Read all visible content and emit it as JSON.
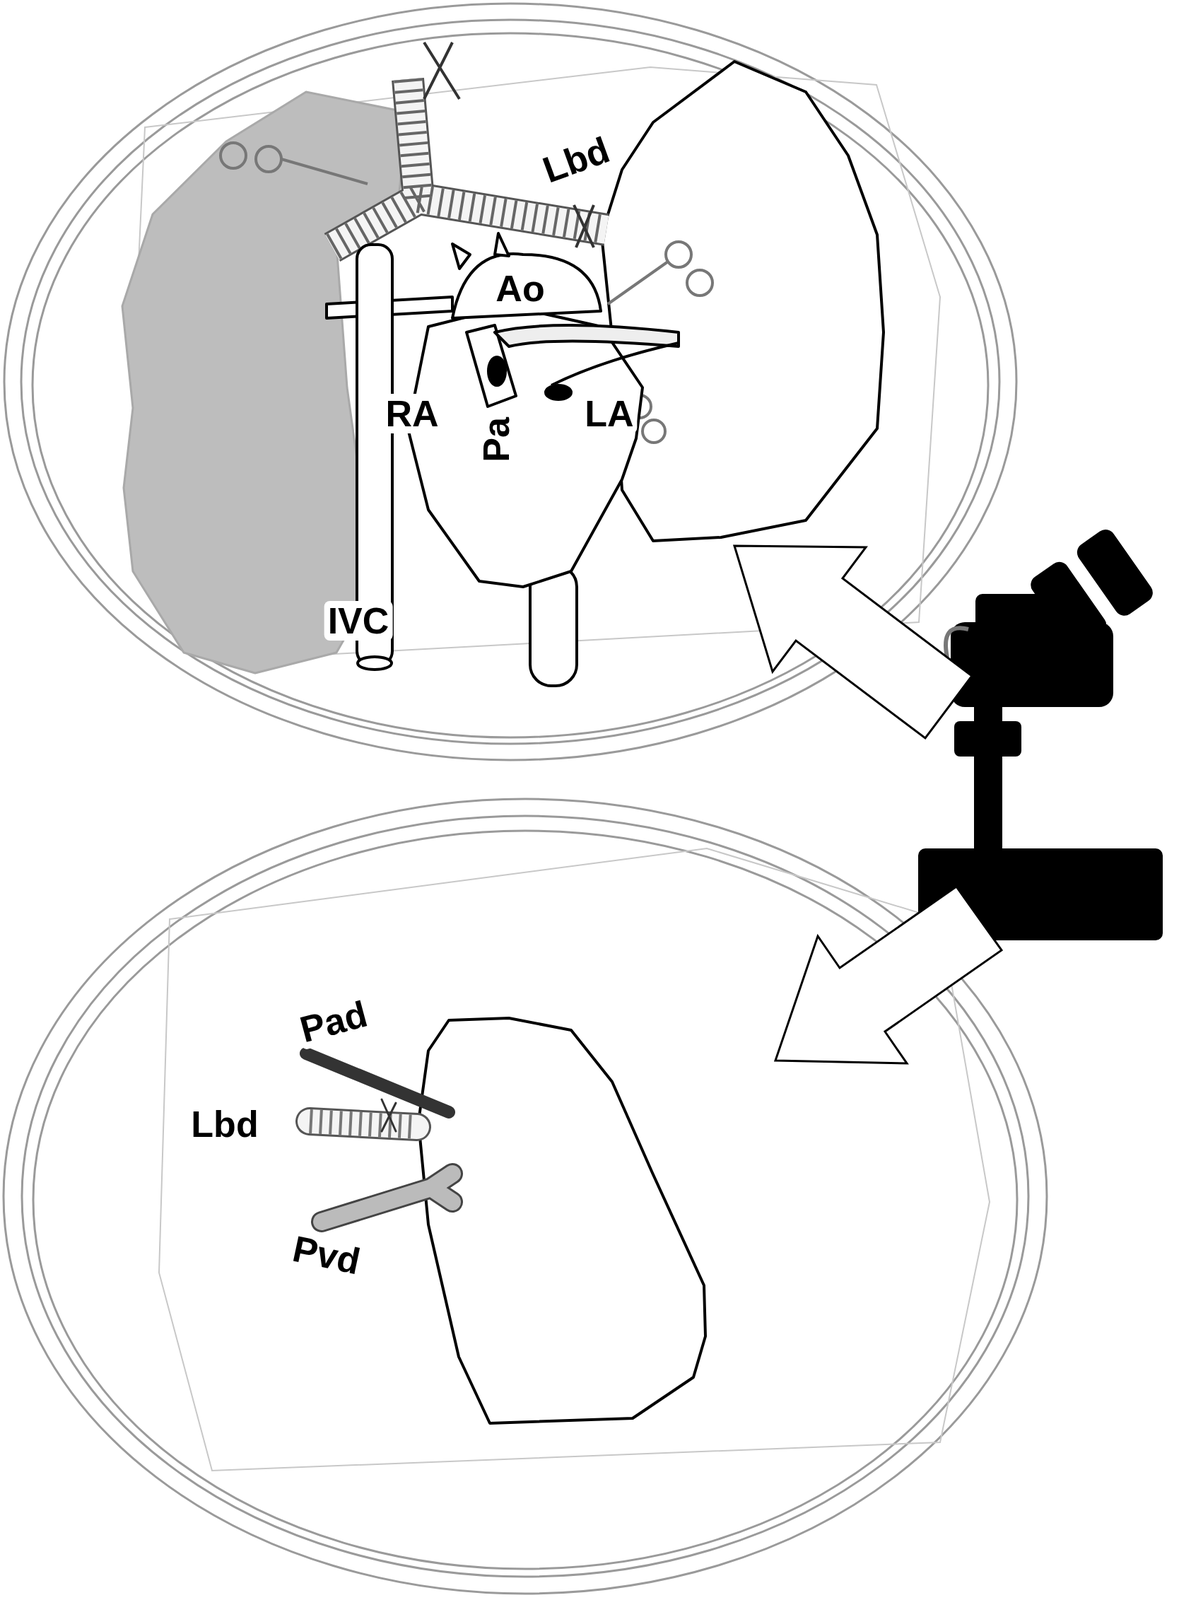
{
  "diagram": {
    "labels": [
      "Lbd",
      "Ao",
      "RA",
      "Pa",
      "LA",
      "IVC",
      "Pad",
      "Lbd",
      "Pvd"
    ]
  }
}
